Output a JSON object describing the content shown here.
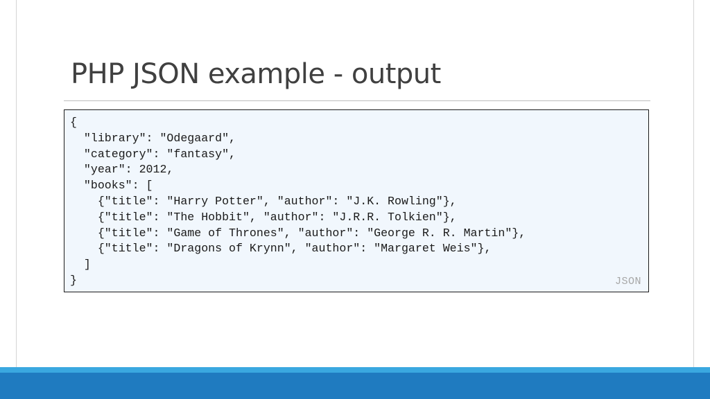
{
  "slide": {
    "title": "PHP JSON example - output"
  },
  "code_block": {
    "language_label": "JSON",
    "lines": [
      "{",
      "  \"library\": \"Odegaard\",",
      "  \"category\": \"fantasy\",",
      "  \"year\": 2012,",
      "  \"books\": [",
      "    {\"title\": \"Harry Potter\", \"author\": \"J.K. Rowling\"},",
      "    {\"title\": \"The Hobbit\", \"author\": \"J.R.R. Tolkien\"},",
      "    {\"title\": \"Game of Thrones\", \"author\": \"George R. R. Martin\"},",
      "    {\"title\": \"Dragons of Krynn\", \"author\": \"Margaret Weis\"},",
      "  ]",
      "}"
    ]
  },
  "colors": {
    "title_text": "#404040",
    "code_background": "#f1f7fd",
    "code_border": "#1a1a1a",
    "footer_primary": "#1f7bc0",
    "footer_accent": "#3aa8e0",
    "language_label": "#a7a7a7"
  }
}
